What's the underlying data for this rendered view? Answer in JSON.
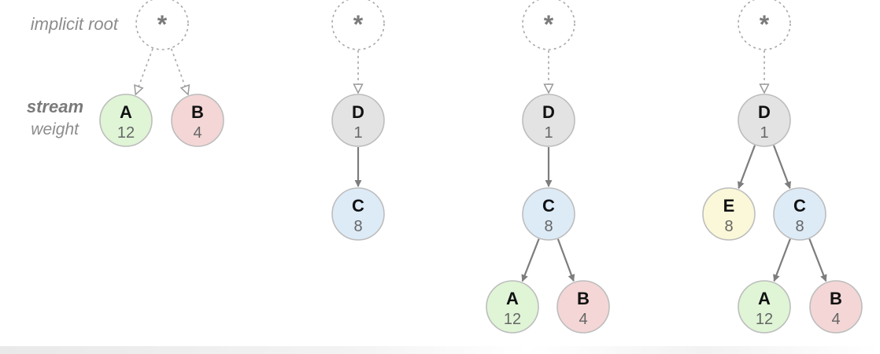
{
  "legend": {
    "root_label": "implicit root",
    "stream_label": "stream",
    "weight_label": "weight"
  },
  "colors": {
    "green": "#dff5d6",
    "red": "#f4d6d6",
    "gray": "#e3e3e3",
    "blue": "#ddebf7",
    "yellow": "#fbf8d9",
    "stroke": "#bdbdbd",
    "arrow": "#7d7d7d",
    "dashed": "#a8a8a8"
  },
  "diagrams": [
    {
      "id": "tree-1",
      "nodes": [
        {
          "key": "root",
          "kind": "root",
          "label": "*"
        },
        {
          "key": "a",
          "kind": "stream",
          "label": "A",
          "weight": "12",
          "color": "green"
        },
        {
          "key": "b",
          "kind": "stream",
          "label": "B",
          "weight": "4",
          "color": "red"
        }
      ],
      "edges": [
        {
          "from": "root",
          "to": "a",
          "type": "dashed"
        },
        {
          "from": "root",
          "to": "b",
          "type": "dashed"
        }
      ]
    },
    {
      "id": "tree-2",
      "nodes": [
        {
          "key": "root",
          "kind": "root",
          "label": "*"
        },
        {
          "key": "d",
          "kind": "stream",
          "label": "D",
          "weight": "1",
          "color": "gray"
        },
        {
          "key": "c",
          "kind": "stream",
          "label": "C",
          "weight": "8",
          "color": "blue"
        }
      ],
      "edges": [
        {
          "from": "root",
          "to": "d",
          "type": "dashed"
        },
        {
          "from": "d",
          "to": "c",
          "type": "solid"
        }
      ]
    },
    {
      "id": "tree-3",
      "nodes": [
        {
          "key": "root",
          "kind": "root",
          "label": "*"
        },
        {
          "key": "d",
          "kind": "stream",
          "label": "D",
          "weight": "1",
          "color": "gray"
        },
        {
          "key": "c",
          "kind": "stream",
          "label": "C",
          "weight": "8",
          "color": "blue"
        },
        {
          "key": "a",
          "kind": "stream",
          "label": "A",
          "weight": "12",
          "color": "green"
        },
        {
          "key": "b",
          "kind": "stream",
          "label": "B",
          "weight": "4",
          "color": "red"
        }
      ],
      "edges": [
        {
          "from": "root",
          "to": "d",
          "type": "dashed"
        },
        {
          "from": "d",
          "to": "c",
          "type": "solid"
        },
        {
          "from": "c",
          "to": "a",
          "type": "solid"
        },
        {
          "from": "c",
          "to": "b",
          "type": "solid"
        }
      ]
    },
    {
      "id": "tree-4",
      "nodes": [
        {
          "key": "root",
          "kind": "root",
          "label": "*"
        },
        {
          "key": "d",
          "kind": "stream",
          "label": "D",
          "weight": "1",
          "color": "gray"
        },
        {
          "key": "e",
          "kind": "stream",
          "label": "E",
          "weight": "8",
          "color": "yellow"
        },
        {
          "key": "c",
          "kind": "stream",
          "label": "C",
          "weight": "8",
          "color": "blue"
        },
        {
          "key": "a",
          "kind": "stream",
          "label": "A",
          "weight": "12",
          "color": "green"
        },
        {
          "key": "b",
          "kind": "stream",
          "label": "B",
          "weight": "4",
          "color": "red"
        }
      ],
      "edges": [
        {
          "from": "root",
          "to": "d",
          "type": "dashed"
        },
        {
          "from": "d",
          "to": "e",
          "type": "solid"
        },
        {
          "from": "d",
          "to": "c",
          "type": "solid"
        },
        {
          "from": "c",
          "to": "a",
          "type": "solid"
        },
        {
          "from": "c",
          "to": "b",
          "type": "solid"
        }
      ]
    }
  ]
}
